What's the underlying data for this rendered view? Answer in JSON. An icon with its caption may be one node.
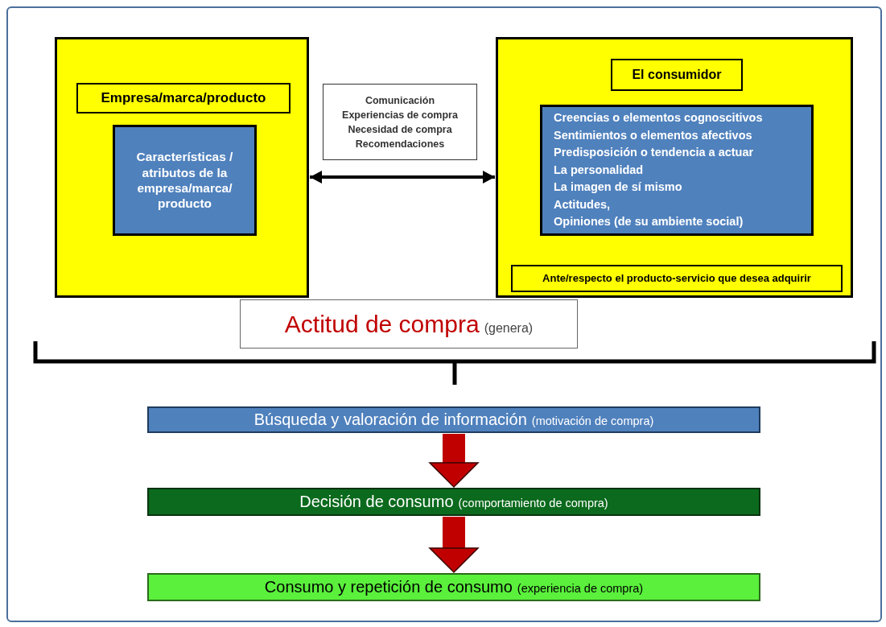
{
  "diagram": {
    "nodes": [
      {
        "text": [],
        "shape": "box"
      },
      {
        "text": [
          "Empresa/marca/producto"
        ],
        "in": 0
      },
      {
        "text": [
          "Características / atributos de la empresa/marca/ producto"
        ],
        "in": 0
      },
      {
        "text": [
          "Comunicación",
          "Experiencias de compra",
          "Necesidad de compra",
          "Recomendaciones"
        ]
      },
      {
        "text": [],
        "shape": "box"
      },
      {
        "text": [
          "El consumidor"
        ],
        "in": 4
      },
      {
        "text": [
          "Creencias o elementos cognoscitivos",
          "Sentimientos o elementos afectivos",
          "Predisposición o tendencia a actuar",
          "La personalidad",
          "La imagen de sí mismo",
          "Actitudes,",
          "Opiniones (de su ambiente social)"
        ],
        "in": 4
      },
      {
        "text": [
          "Ante/respecto el producto-servicio que desea adquirir"
        ],
        "in": 4
      },
      {
        "text": [
          "Actitud de compra",
          "(genera)"
        ]
      },
      {
        "text": [
          "Búsqueda y valoración de información",
          "(motivación de compra)"
        ]
      },
      {
        "text": [
          "Decisión de consumo",
          "(comportamiento de compra)"
        ]
      },
      {
        "text": [
          "Consumo y repetición de consumo",
          "(experiencia de compra)"
        ]
      }
    ],
    "edges": [
      {
        "from": 0,
        "to": 4,
        "arrow": "both",
        "color": "#000000"
      },
      {
        "from": 9,
        "to": 10,
        "arrow": "to"
      },
      {
        "from": 10,
        "to": 11,
        "arrow": "to"
      }
    ]
  }
}
